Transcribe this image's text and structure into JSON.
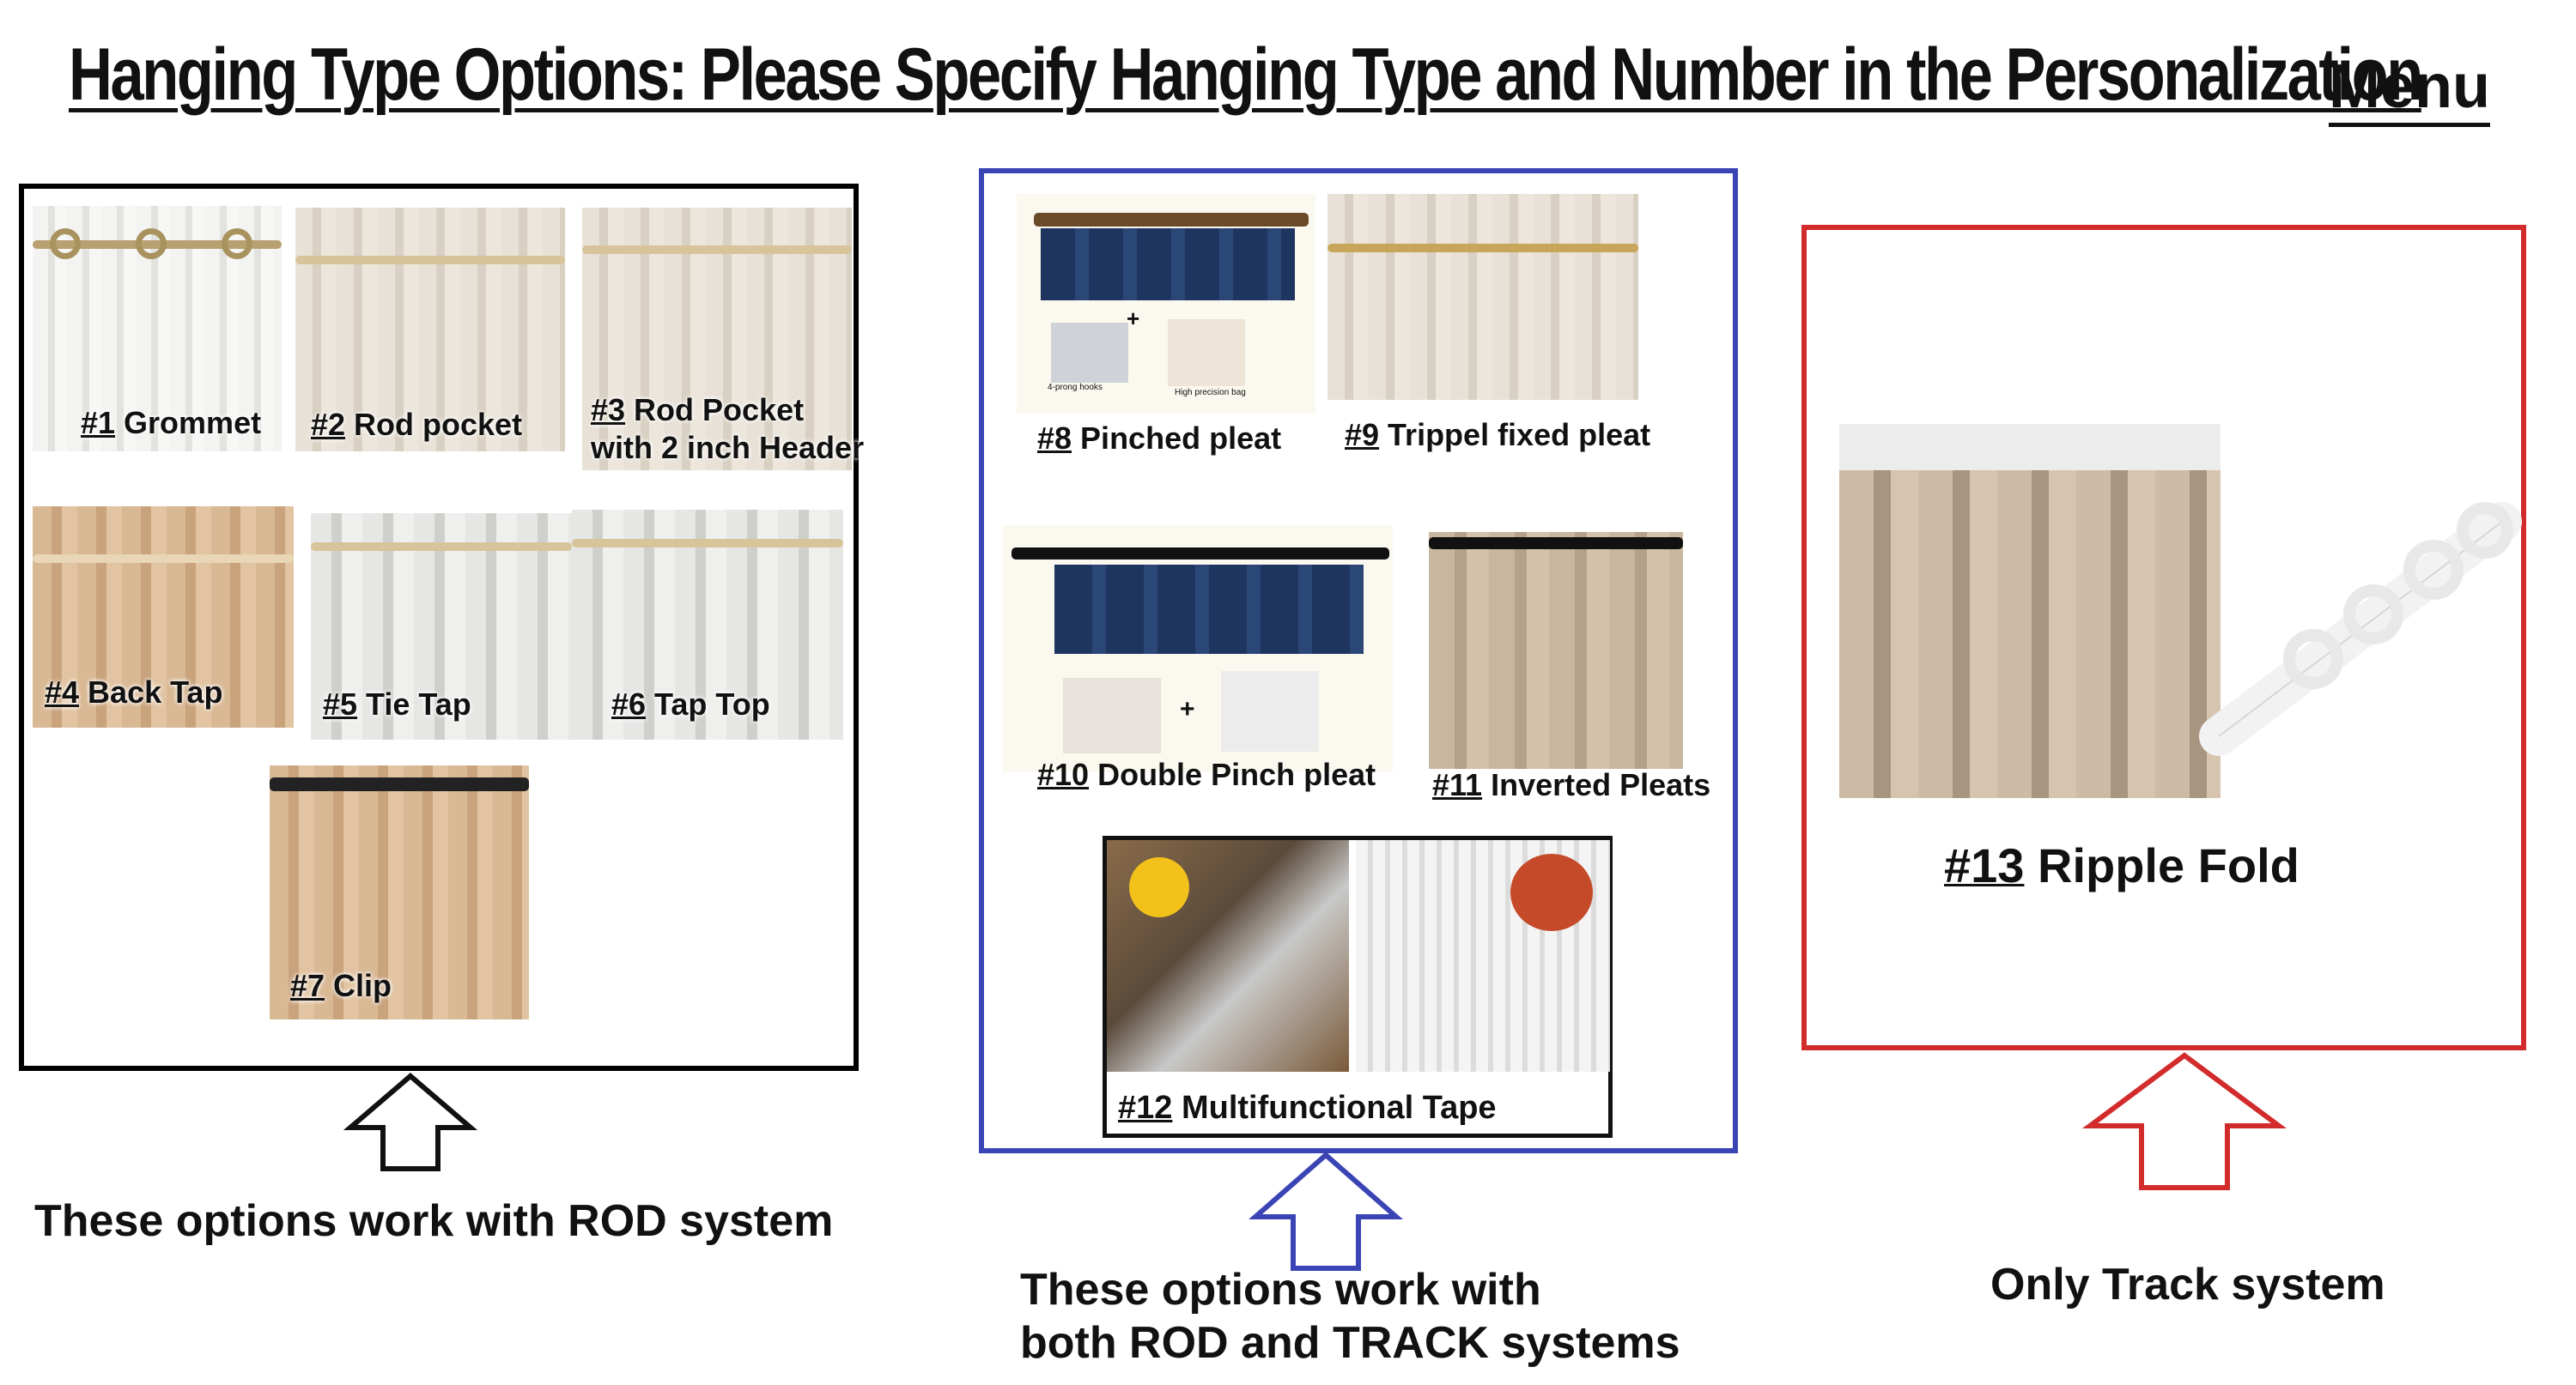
{
  "title": {
    "main": "Hanging Type Options: Please Specify Hanging Type and Number in the Personalization",
    "menu": "Menu"
  },
  "groups": {
    "rod": {
      "caption": "These options work with ROD system",
      "items": [
        {
          "num": "#1",
          "name": " Grommet"
        },
        {
          "num": "#2",
          "name": " Rod pocket"
        },
        {
          "num": "#3",
          "name": " Rod Pocket",
          "line2": "with 2 inch Header"
        },
        {
          "num": "#4",
          "name": " Back Tap"
        },
        {
          "num": "#5",
          "name": " Tie Tap"
        },
        {
          "num": "#6",
          "name": " Tap Top"
        },
        {
          "num": "#7",
          "name": " Clip"
        }
      ]
    },
    "both": {
      "caption_line1": "These options work with",
      "caption_line2": "both ROD and TRACK systems",
      "items": [
        {
          "num": "#8",
          "name": "  Pinched pleat"
        },
        {
          "num": "#9",
          "name": " Trippel fixed pleat"
        },
        {
          "num": "#10",
          "name": " Double Pinch pleat"
        },
        {
          "num": "#11",
          "name": " Inverted Pleats"
        },
        {
          "num": "#12",
          "name": " Multifunctional Tape"
        }
      ],
      "small_labels": {
        "hooks": "4-prong hooks",
        "tape": "High precision bag",
        "plus": "+"
      }
    },
    "track": {
      "caption": "Only Track system",
      "items": [
        {
          "num": "#13",
          "name": " Ripple Fold"
        }
      ]
    }
  },
  "colors": {
    "rod_border": "#000000",
    "both_border": "#3b44b5",
    "track_border": "#d22b2b"
  }
}
